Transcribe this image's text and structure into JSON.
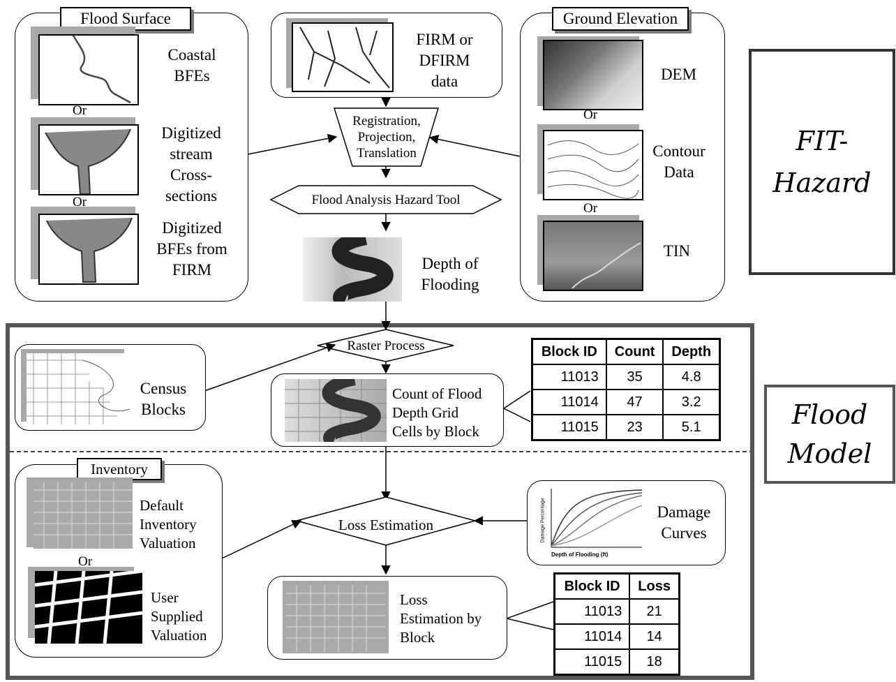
{
  "flood_surface": {
    "title": "Flood Surface",
    "items": [
      {
        "label": "Coastal\nBFEs"
      },
      {
        "label": "Digitized\nstream\nCross-\nsections"
      },
      {
        "label": "Digitized\nBFEs from\nFIRM"
      }
    ],
    "or": "Or"
  },
  "firm": {
    "label": "FIRM or\nDFIRM\ndata"
  },
  "ground_elevation": {
    "title": "Ground Elevation",
    "items": [
      {
        "label": "DEM"
      },
      {
        "label": "Contour\nData"
      },
      {
        "label": "TIN"
      }
    ],
    "or": "Or"
  },
  "registration": {
    "label": "Registration,\nProjection,\nTranslation"
  },
  "flood_tool": {
    "label": "Flood Analysis Hazard Tool"
  },
  "depth": {
    "label": "Depth of\nFlooding"
  },
  "fit_hazard": {
    "label": "FIT-\nHazard"
  },
  "flood_model": {
    "label": "Flood\nModel"
  },
  "raster": {
    "label": "Raster Process"
  },
  "census": {
    "label": "Census\nBlocks"
  },
  "count": {
    "label": "Count of Flood\nDepth Grid\nCells by Block"
  },
  "count_table": {
    "headers": [
      "Block ID",
      "Count",
      "Depth"
    ],
    "rows": [
      [
        "11013",
        "35",
        "4.8"
      ],
      [
        "11014",
        "47",
        "3.2"
      ],
      [
        "11015",
        "23",
        "5.1"
      ]
    ]
  },
  "inventory": {
    "title": "Inventory",
    "default_label": "Default\nInventory\nValuation",
    "user_label": "User\nSupplied\nValuation",
    "or": "Or"
  },
  "loss_est": {
    "label": "Loss Estimation"
  },
  "damage": {
    "label": "Damage\nCurves",
    "ylabel": "Damage Percentage",
    "xlabel": "Depth of Flooding (ft)"
  },
  "loss_block": {
    "label": "Loss\nEstimation by\nBlock"
  },
  "loss_table": {
    "headers": [
      "Block ID",
      "Loss"
    ],
    "rows": [
      [
        "11013",
        "21"
      ],
      [
        "11014",
        "14"
      ],
      [
        "11015",
        "18"
      ]
    ]
  },
  "colors": {
    "frame": "#555555",
    "shadow": "#a8a8a8",
    "line": "#000000"
  }
}
